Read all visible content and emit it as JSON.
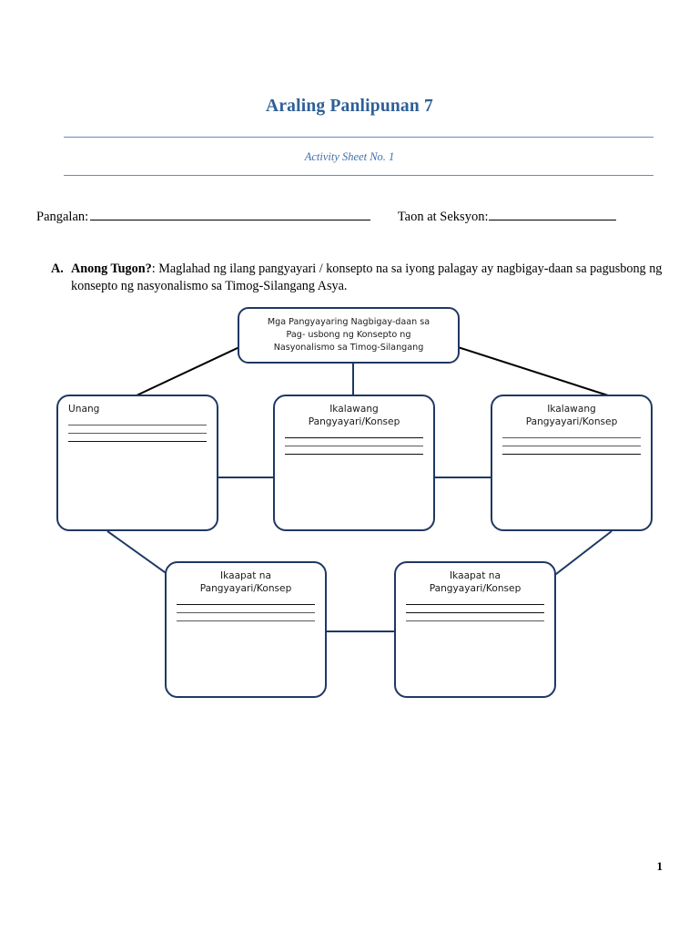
{
  "document": {
    "title": "Araling Panlipunan 7",
    "subtitle": "Activity Sheet No. 1",
    "page_number": "1",
    "colors": {
      "title_blue": "#2e5f96",
      "rule_blue": "#5b8fc7",
      "box_navy": "#1f3864",
      "connector_black": "#000000",
      "connector_navy": "#1f3864"
    }
  },
  "fields": {
    "name_label": "Pangalan:",
    "name_value": "",
    "section_label": "Taon at Seksyon:",
    "section_value": ""
  },
  "instruction": {
    "marker": "A.",
    "lead": "Anong Tugon?",
    "text": ": Maglahad ng ilang pangyayari / konsepto na sa iyong palagay ay nagbigay-daan sa pagusbong ng konsepto ng nasyonalismo sa Timog-Silangang Asya."
  },
  "diagram": {
    "root": {
      "line1": "Mga Pangyayaring Nagbigay-daan sa",
      "line2": "Pag- usbong ng Konsepto ng",
      "line3": "Nasyonalismo sa Timog-Silangang"
    },
    "nodes": [
      {
        "id": "node-1",
        "title_line1": "Unang",
        "title_line2": "",
        "align": "left",
        "answer_lines": [
          "",
          "",
          ""
        ]
      },
      {
        "id": "node-2",
        "title_line1": "Ikalawang",
        "title_line2": "Pangyayari/Konsep",
        "align": "center",
        "answer_lines": [
          "",
          "",
          ""
        ]
      },
      {
        "id": "node-3",
        "title_line1": "Ikalawang",
        "title_line2": "Pangyayari/Konsep",
        "align": "center",
        "answer_lines": [
          "",
          "",
          ""
        ]
      },
      {
        "id": "node-4",
        "title_line1": "Ikaapat na",
        "title_line2": "Pangyayari/Konsep",
        "align": "center",
        "answer_lines": [
          "",
          "",
          ""
        ]
      },
      {
        "id": "node-5",
        "title_line1": "Ikaapat na",
        "title_line2": "Pangyayari/Konsep",
        "align": "center",
        "answer_lines": [
          "",
          "",
          ""
        ]
      }
    ]
  }
}
